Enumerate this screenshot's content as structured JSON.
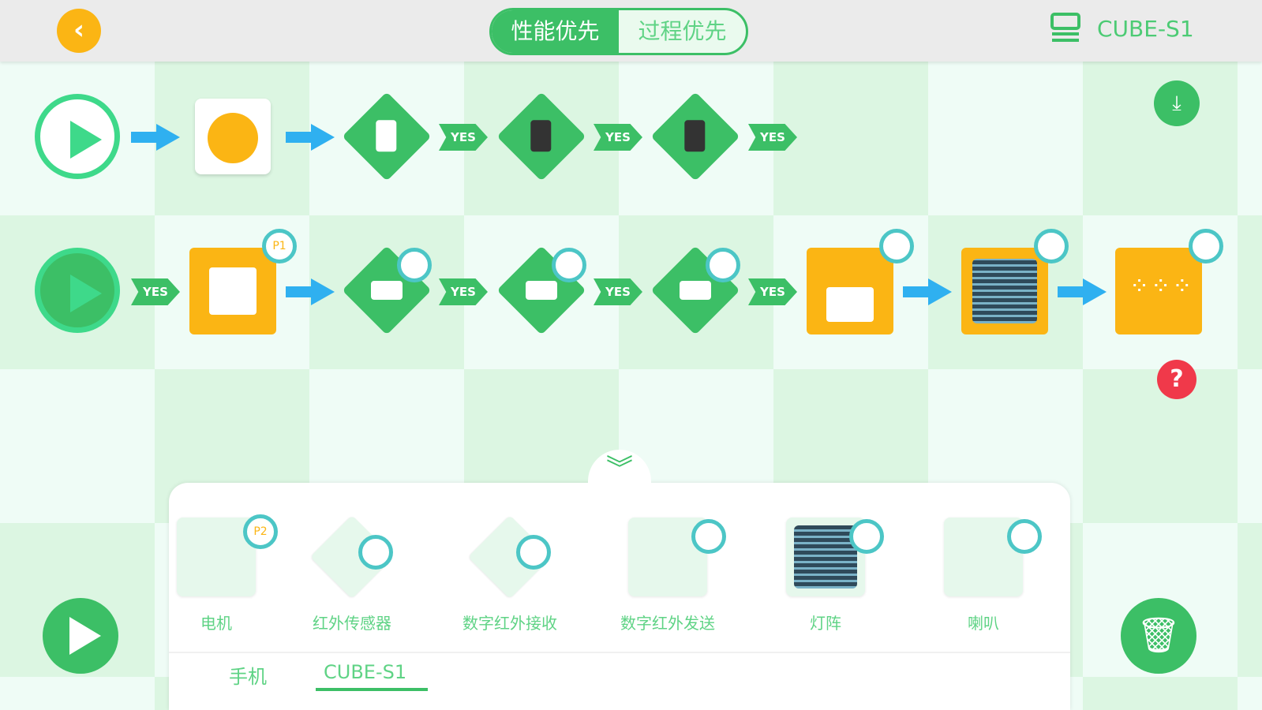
{
  "header": {
    "back_label": "‹",
    "mode_tabs": [
      {
        "label": "性能优先",
        "active": true
      },
      {
        "label": "过程优先",
        "active": false
      }
    ],
    "device_name": "CUBE-S1"
  },
  "flow": {
    "yes_label": "YES",
    "port_badges": {
      "motor": "P1"
    },
    "help_label": "?"
  },
  "palette": {
    "items": [
      {
        "label": "电机",
        "badge": "P2"
      },
      {
        "label": "红外传感器"
      },
      {
        "label": "数字红外接收"
      },
      {
        "label": "数字红外发送"
      },
      {
        "label": "灯阵"
      },
      {
        "label": "喇叭"
      }
    ],
    "tabs": [
      {
        "label": "手机",
        "active": false
      },
      {
        "label": "CUBE-S1",
        "active": true
      }
    ]
  },
  "colors": {
    "primary": "#3cbf66",
    "accent": "#fbb514",
    "arrow": "#2fb0f0",
    "error": "#f0394a"
  }
}
